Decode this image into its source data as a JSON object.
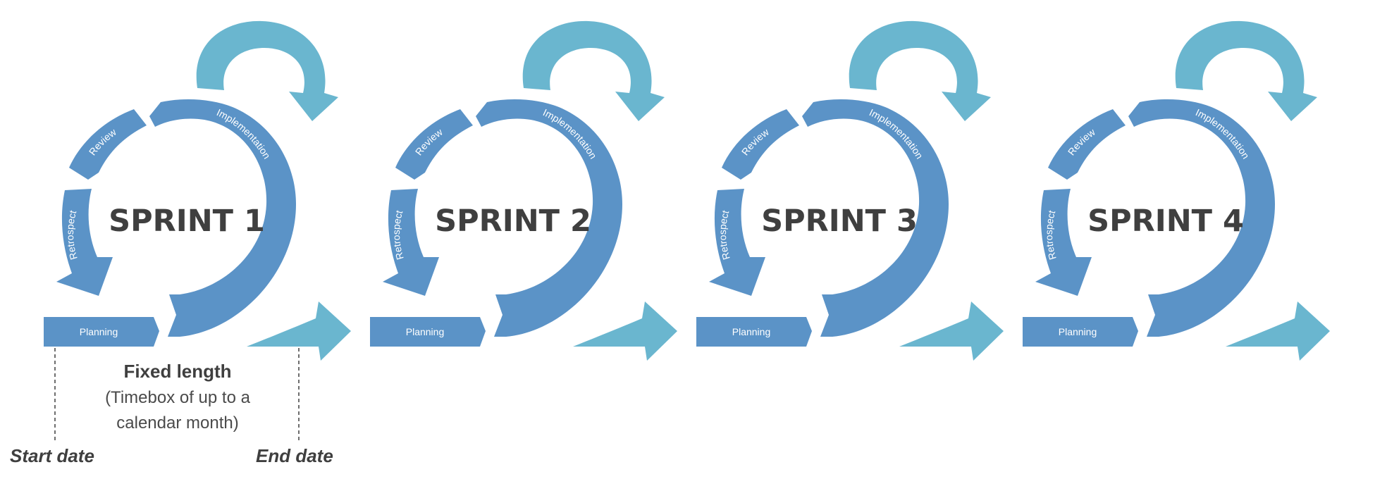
{
  "colors": {
    "primary_blue": "#5b93c7",
    "light_blue": "#6ab6cf",
    "text_dark": "#3f3f3f",
    "background": "#ffffff"
  },
  "phases": {
    "planning": "Planning",
    "implementation": "Implementation",
    "review": "Review",
    "retrospect": "Retrospect"
  },
  "sprints": [
    {
      "label": "SPRINT 1"
    },
    {
      "label": "SPRINT 2"
    },
    {
      "label": "SPRINT 3"
    },
    {
      "label": "SPRINT 4"
    }
  ],
  "timeline": {
    "title": "Fixed length",
    "description_line1": "(Timebox of up to a",
    "description_line2": "calendar month)",
    "start_label": "Start date",
    "end_label": "End date"
  }
}
